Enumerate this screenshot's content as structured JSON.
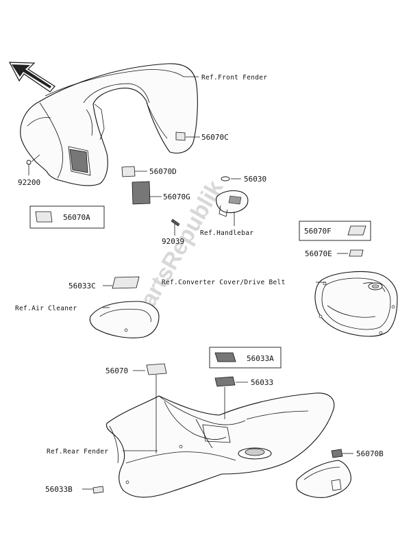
{
  "watermark": "PartsRepublik",
  "refs": {
    "front_fender": "Ref.Front Fender",
    "handlebar": "Ref.Handlebar",
    "converter": "Ref.Converter Cover/Drive Belt",
    "air_cleaner": "Ref.Air Cleaner",
    "rear_fender": "Ref.Rear Fender"
  },
  "parts": {
    "p56070C": "56070C",
    "p56070D": "56070D",
    "p56070G": "56070G",
    "p56070A": "56070A",
    "p92200": "92200",
    "p92039": "92039",
    "p56030": "56030",
    "p56070F": "56070F",
    "p56070E": "56070E",
    "p56033C": "56033C",
    "p56033A": "56033A",
    "p56070": "56070",
    "p56033": "56033",
    "p56070B": "56070B",
    "p56033B": "56033B"
  },
  "icons": {
    "direction": "front-direction-arrow-icon"
  }
}
